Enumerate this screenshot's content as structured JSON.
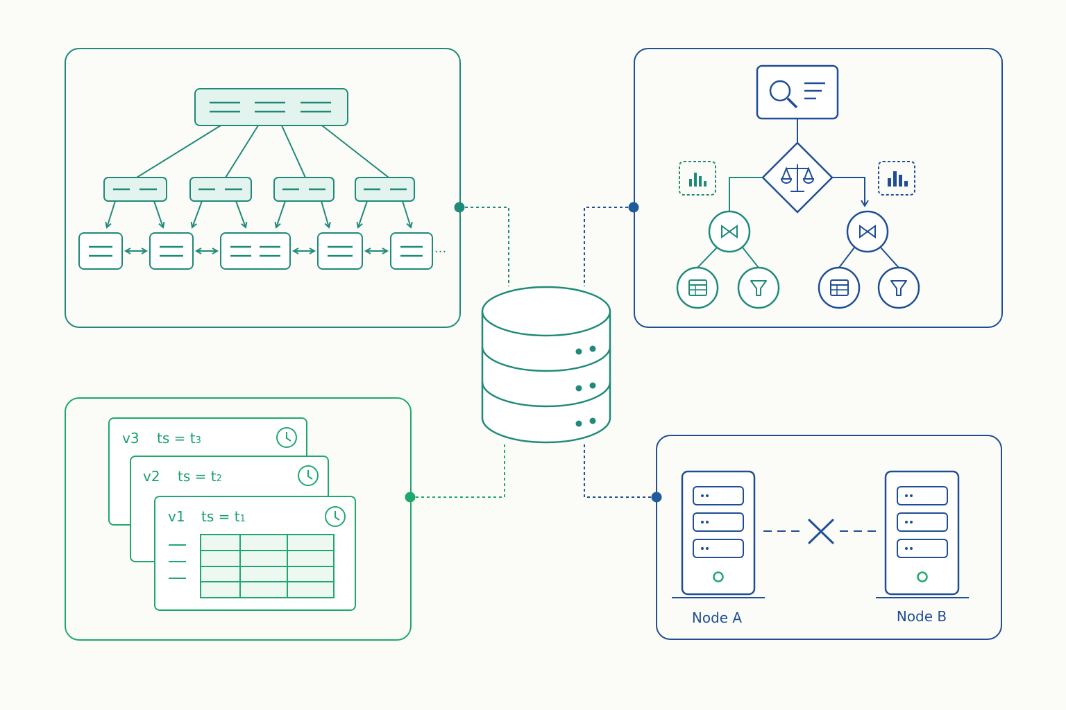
{
  "colors": {
    "background": "#fbfbf7",
    "teal": "#1f8a78",
    "teal_fill": "#e3f3ee",
    "green": "#1fa86e",
    "blue": "#1f4e94",
    "blue_dot": "#1f5a9a"
  },
  "icons": [
    "database-icon",
    "search-document-icon",
    "balance-scale-icon",
    "bar-chart-icon",
    "join-icon",
    "table-icon",
    "filter-icon",
    "clock-icon",
    "server-icon",
    "cross-icon"
  ],
  "versions": [
    {
      "version": "v3",
      "ts": "ts = t",
      "ts_sub": "3"
    },
    {
      "version": "v2",
      "ts": "ts = t",
      "ts_sub": "2"
    },
    {
      "version": "v1",
      "ts": "ts = t",
      "ts_sub": "1"
    }
  ],
  "nodes": [
    {
      "label": "Node A"
    },
    {
      "label": "Node B"
    }
  ],
  "leaf_ellipsis": "···"
}
